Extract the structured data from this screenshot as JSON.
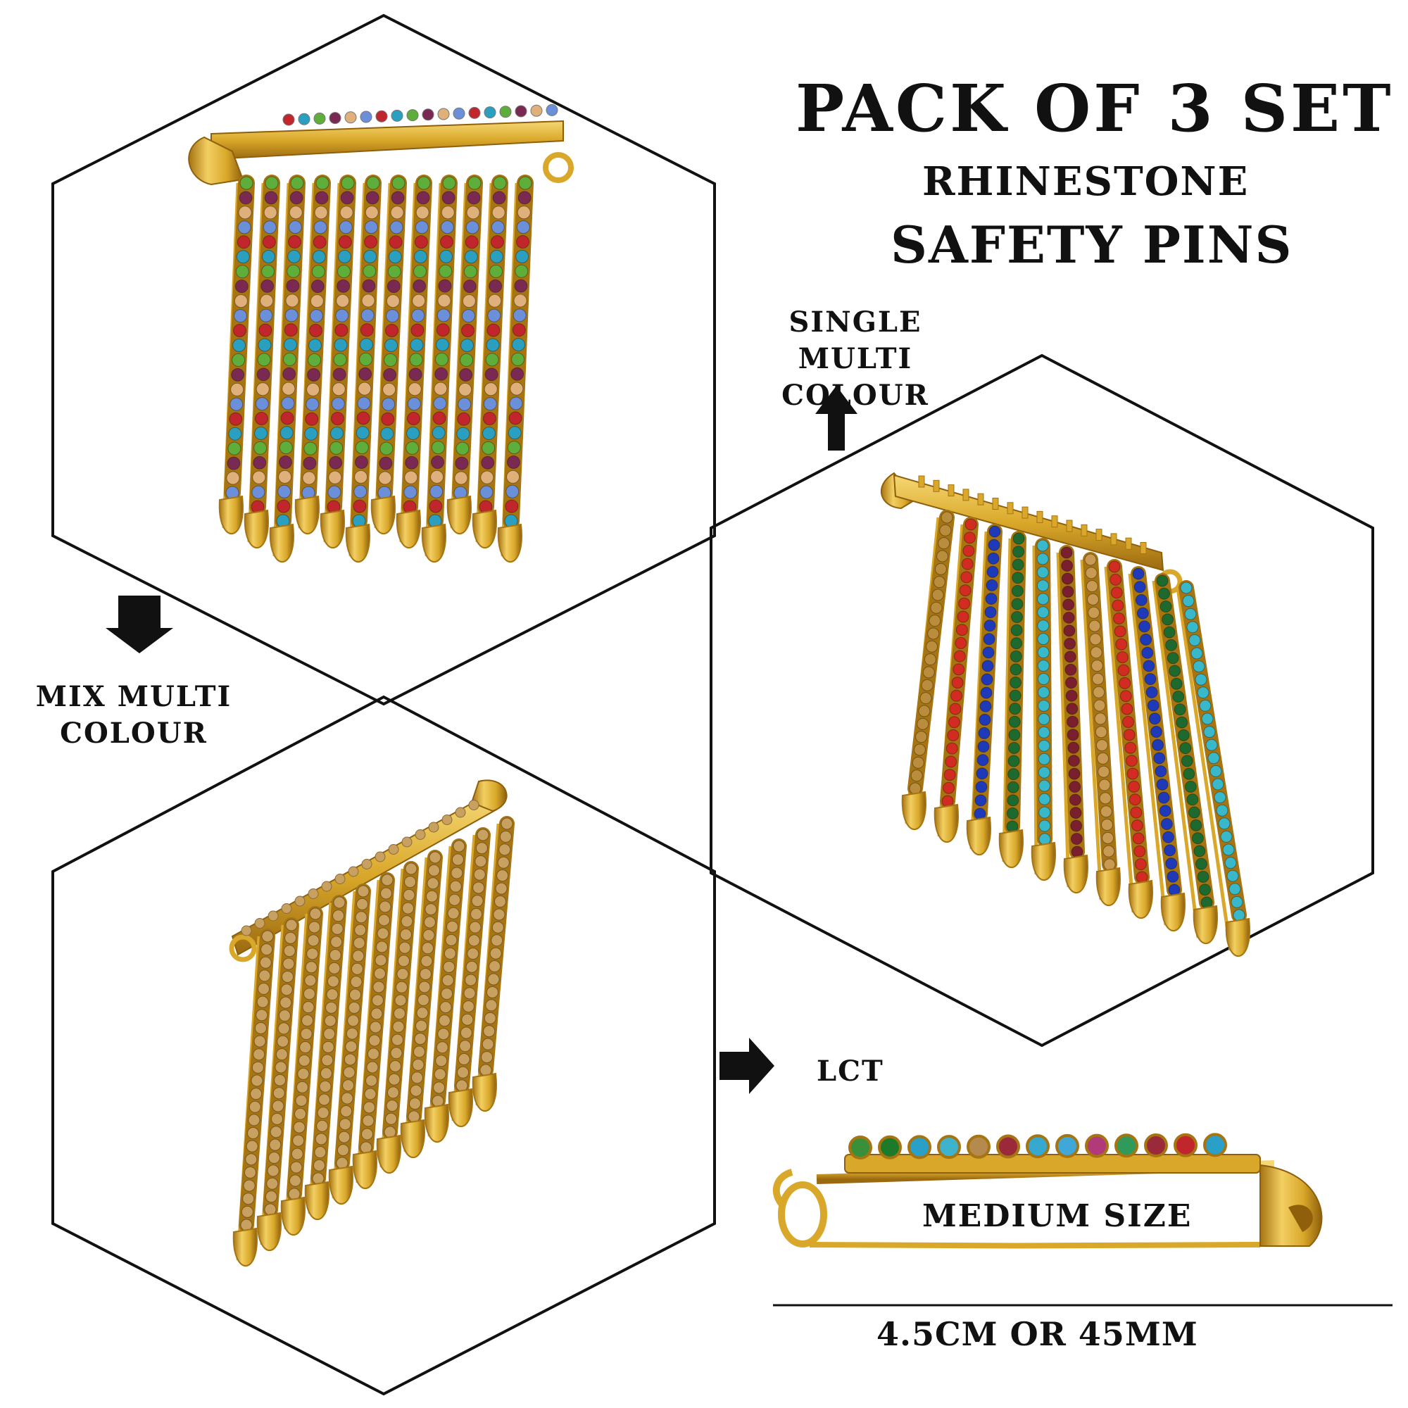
{
  "title": {
    "line1": "PACK OF 3 SET",
    "line2": "RHINESTONE",
    "line3": "SAFETY PINS"
  },
  "labels": {
    "single": "SINGLE MULTI COLOUR",
    "mix": "MIX MULTI COLOUR",
    "lct": "LCT",
    "medium": "MEDIUM SIZE",
    "size": "4.5CM  OR 45MM"
  },
  "colors": {
    "gold": "#d9a82a",
    "gold_light": "#f2cf62",
    "gold_dark": "#a77412",
    "outline": "#111111",
    "stones_mix": [
      "#c0262b",
      "#2b9fbf",
      "#5fae3c",
      "#7a2a52",
      "#e0b07a",
      "#6b8fd8"
    ],
    "stones_single": [
      "#b98d3c",
      "#d12b22",
      "#1f3ab8",
      "#1e6a2e",
      "#38b8c8",
      "#7a1f2e",
      "#c89a52",
      "#d12b22",
      "#1f3ab8",
      "#1e6a2e",
      "#38b8c8"
    ],
    "stones_lct": [
      "#c8a060"
    ]
  }
}
